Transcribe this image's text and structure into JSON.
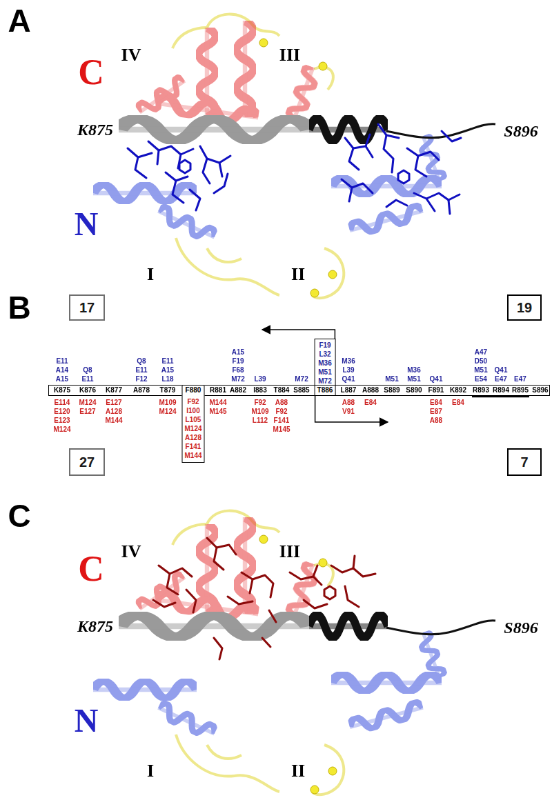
{
  "diagram": {
    "nodes": [
      {
        "text": [
          "17"
        ]
      },
      {
        "text": [
          "19"
        ]
      },
      {
        "text": [
          "F19 L32 M36 M51 M72",
          "T886"
        ]
      },
      {
        "text": [
          "K875",
          "K876",
          "K877",
          "A878",
          "T879",
          "R881",
          "A882",
          "I883",
          "T884",
          "S885",
          "L887",
          "A888",
          "S889",
          "S890",
          "F891",
          "K892",
          "R893",
          "R894",
          "R895",
          "S896"
        ]
      },
      {
        "text": [
          "F880",
          "F92 I100 L105 M124 A128 F141 M144"
        ]
      },
      {
        "text": [
          "27"
        ]
      },
      {
        "text": [
          "7"
        ]
      }
    ],
    "labels": [
      "A",
      "IV",
      "III",
      "C",
      "K875",
      "S896",
      "N",
      "I",
      "II",
      "B",
      "E11 A14 A15",
      "Q8 E11",
      "Q8 E11 F12",
      "E11 A15 L18",
      "A15 F19 F68 M72",
      "L39",
      "M72",
      "M36 L39 Q41",
      "M51",
      "M36 M51",
      "Q41",
      "A47 D50 M51 E54",
      "Q41 E47",
      "E47",
      "E114 E120 E123 M124",
      "M124 E127",
      "E127 A128 M144",
      "M109 M124",
      "M144 M145",
      "F92 M109 L112",
      "A88 F92 F141 M145",
      "A88 V91",
      "E84",
      "E84 E87 A88",
      "E84",
      "C",
      "IV",
      "III",
      "C",
      "K875",
      "S896",
      "N",
      "I",
      "II"
    ]
  }
}
